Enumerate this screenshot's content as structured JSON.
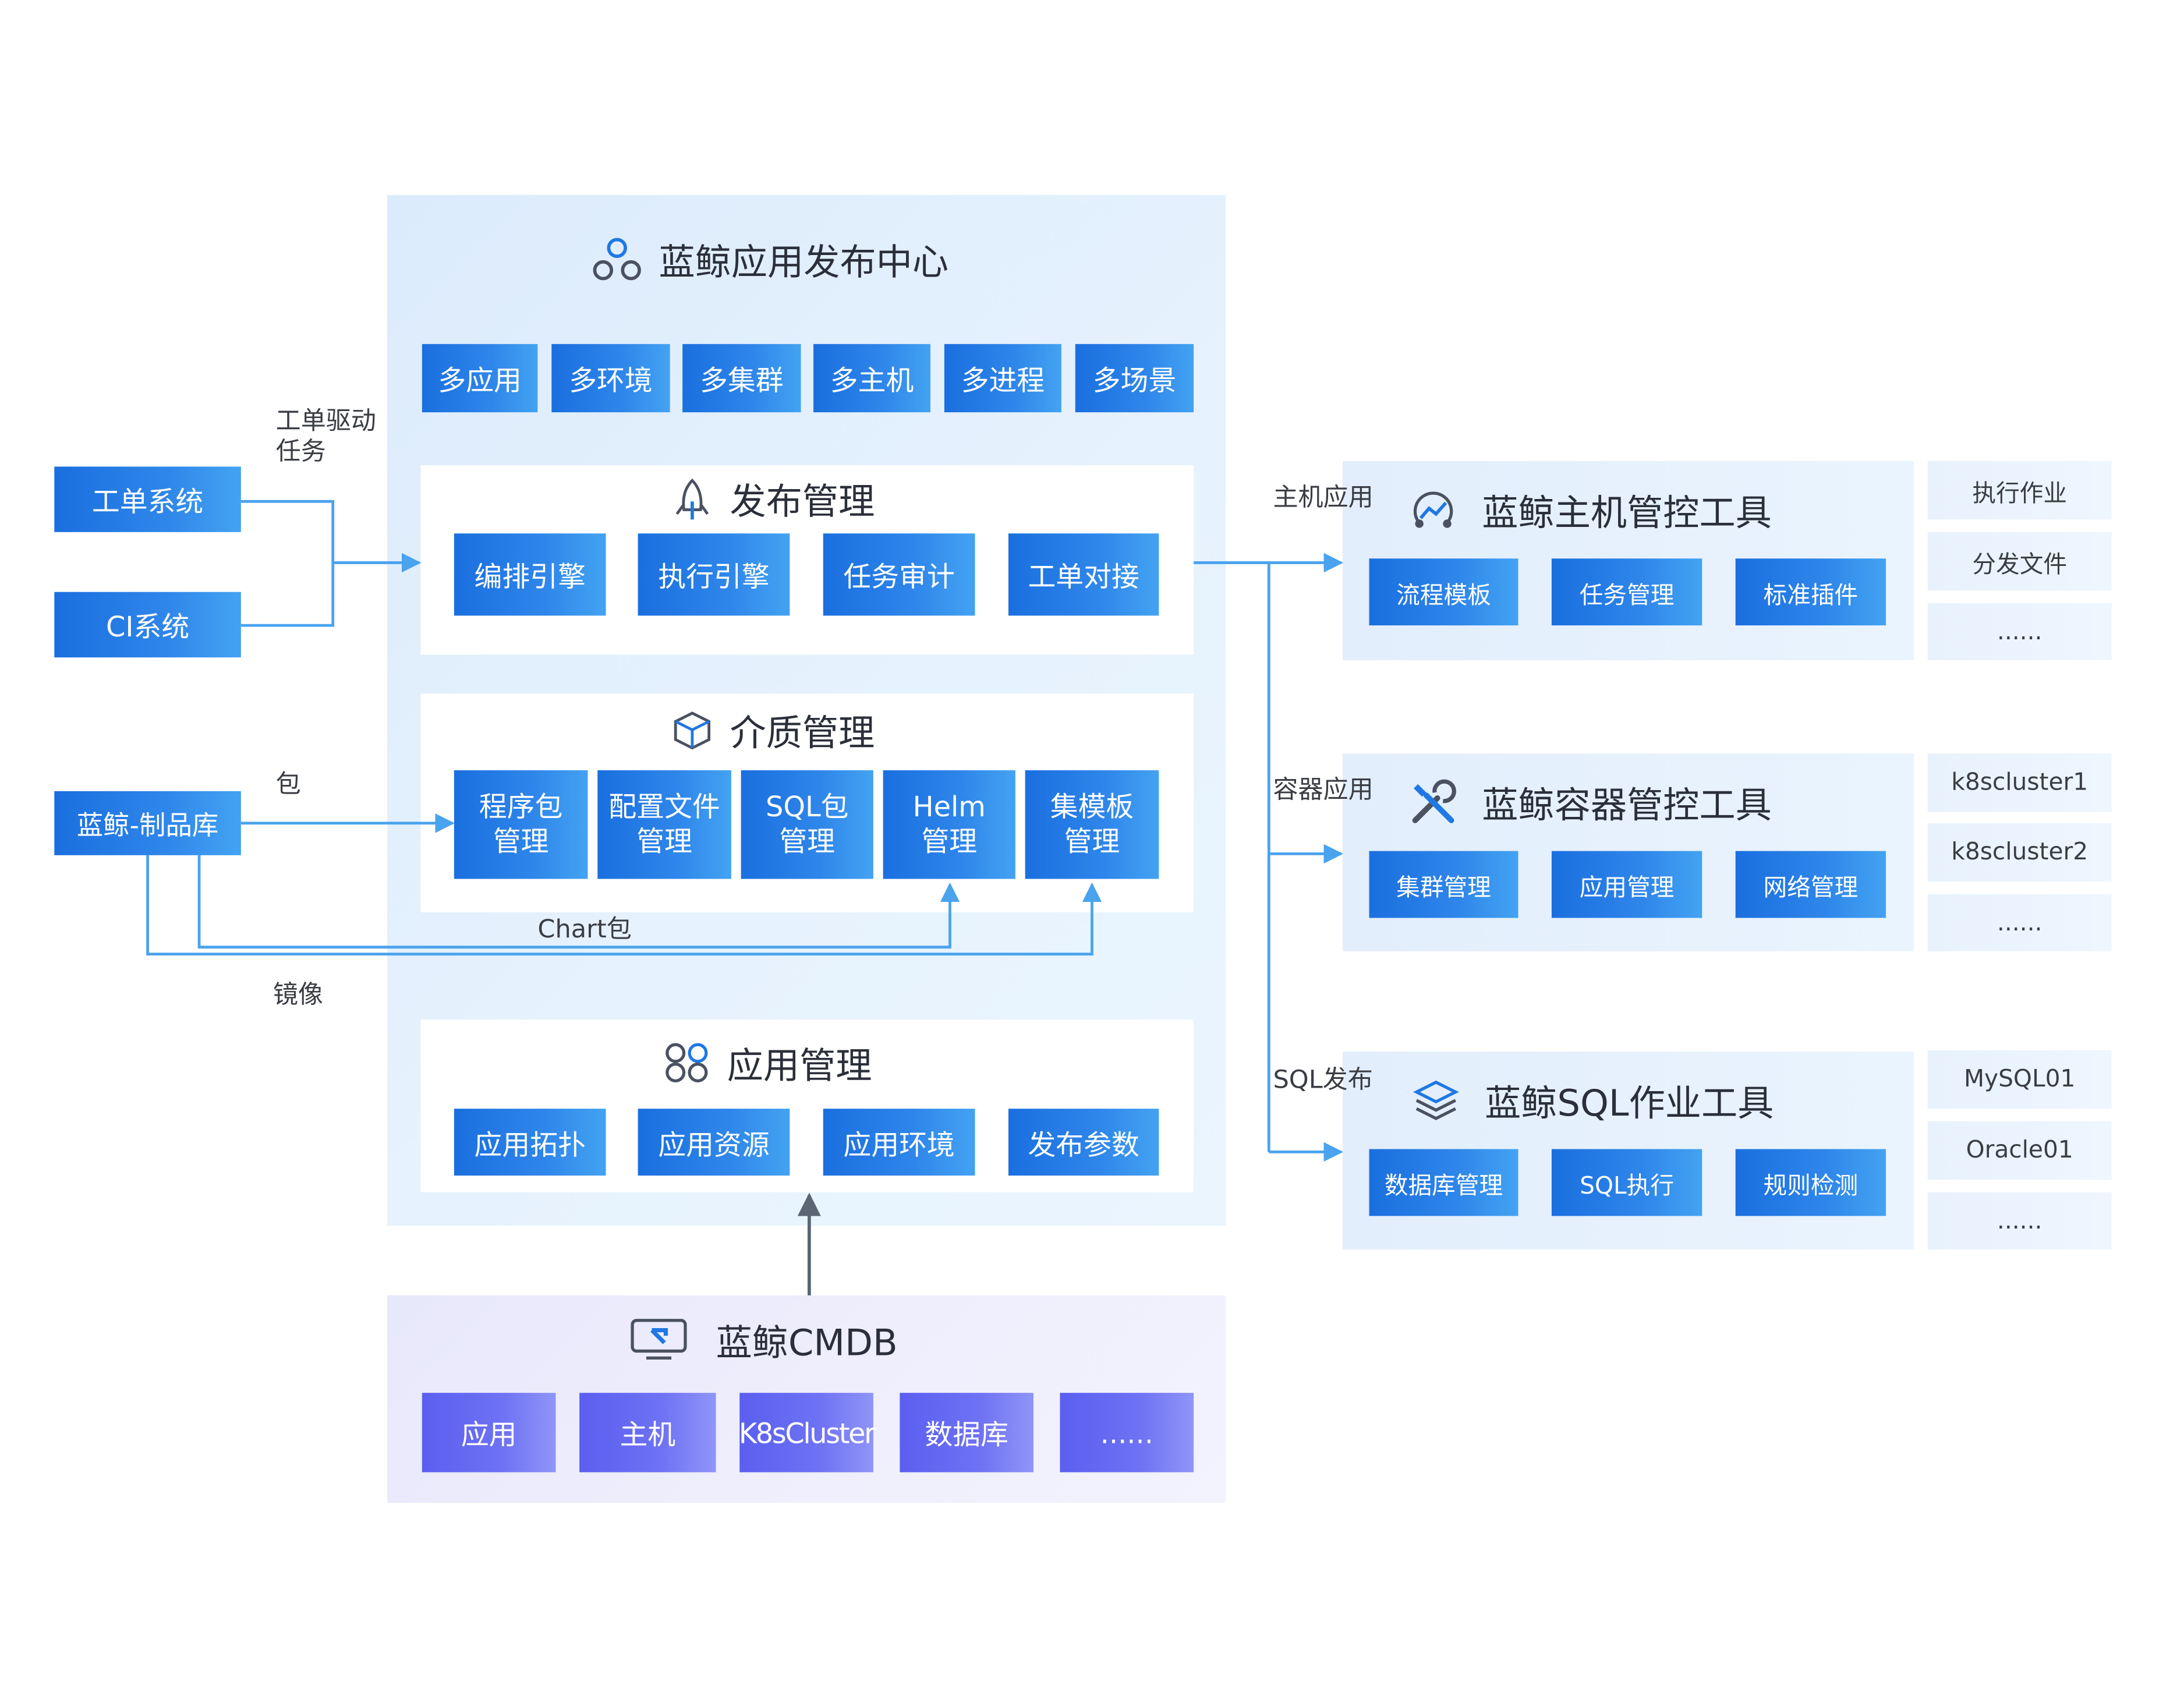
{
  "publish_center": {
    "title": "蓝鲸应用发布中心",
    "tags": [
      "多应用",
      "多环境",
      "多集群",
      "多主机",
      "多进程",
      "多场景"
    ]
  },
  "release_mgmt": {
    "title": "发布管理",
    "items": [
      "编排引擎",
      "执行引擎",
      "任务审计",
      "工单对接"
    ]
  },
  "media_mgmt": {
    "title": "介质管理",
    "items": [
      {
        "line1": "程序包",
        "line2": "管理"
      },
      {
        "line1": "配置文件",
        "line2": "管理"
      },
      {
        "line1": "SQL包",
        "line2": "管理"
      },
      {
        "line1": "Helm",
        "line2": "管理"
      },
      {
        "line1": "集模板",
        "line2": "管理"
      }
    ]
  },
  "app_mgmt": {
    "title": "应用管理",
    "items": [
      "应用拓扑",
      "应用资源",
      "应用环境",
      "发布参数"
    ]
  },
  "cmdb": {
    "title": "蓝鲸CMDB",
    "items": [
      "应用",
      "主机",
      "K8sCluster",
      "数据库",
      "......"
    ]
  },
  "left_sources": {
    "ticket_system": "工单系统",
    "ci_system": "CI系统",
    "artifact_repo": "蓝鲸-制品库",
    "label_ticket_drive_line1": "工单驱动",
    "label_ticket_drive_line2": "任务",
    "label_package": "包",
    "label_chart": "Chart包",
    "label_image": "镜像"
  },
  "host_tool": {
    "title": "蓝鲸主机管控工具",
    "route_label": "主机应用",
    "items": [
      "流程模板",
      "任务管理",
      "标准插件"
    ],
    "side": [
      "执行作业",
      "分发文件",
      "......"
    ]
  },
  "container_tool": {
    "title": "蓝鲸容器管控工具",
    "route_label": "容器应用",
    "items": [
      "集群管理",
      "应用管理",
      "网络管理"
    ],
    "side": [
      "k8scluster1",
      "k8scluster2",
      "......"
    ]
  },
  "sql_tool": {
    "title": "蓝鲸SQL作业工具",
    "route_label": "SQL发布",
    "items": [
      "数据库管理",
      "SQL执行",
      "规则检测"
    ],
    "side": [
      "MySQL01",
      "Oracle01",
      "......"
    ]
  },
  "colors": {
    "primary_blue": "#1f78e4",
    "line_blue": "#4aa3ee",
    "panel_bg": "#e3effd",
    "cmdb_bg": "#eeeefe",
    "purple": "#6166f2",
    "arrow_gray": "#5b6573"
  }
}
